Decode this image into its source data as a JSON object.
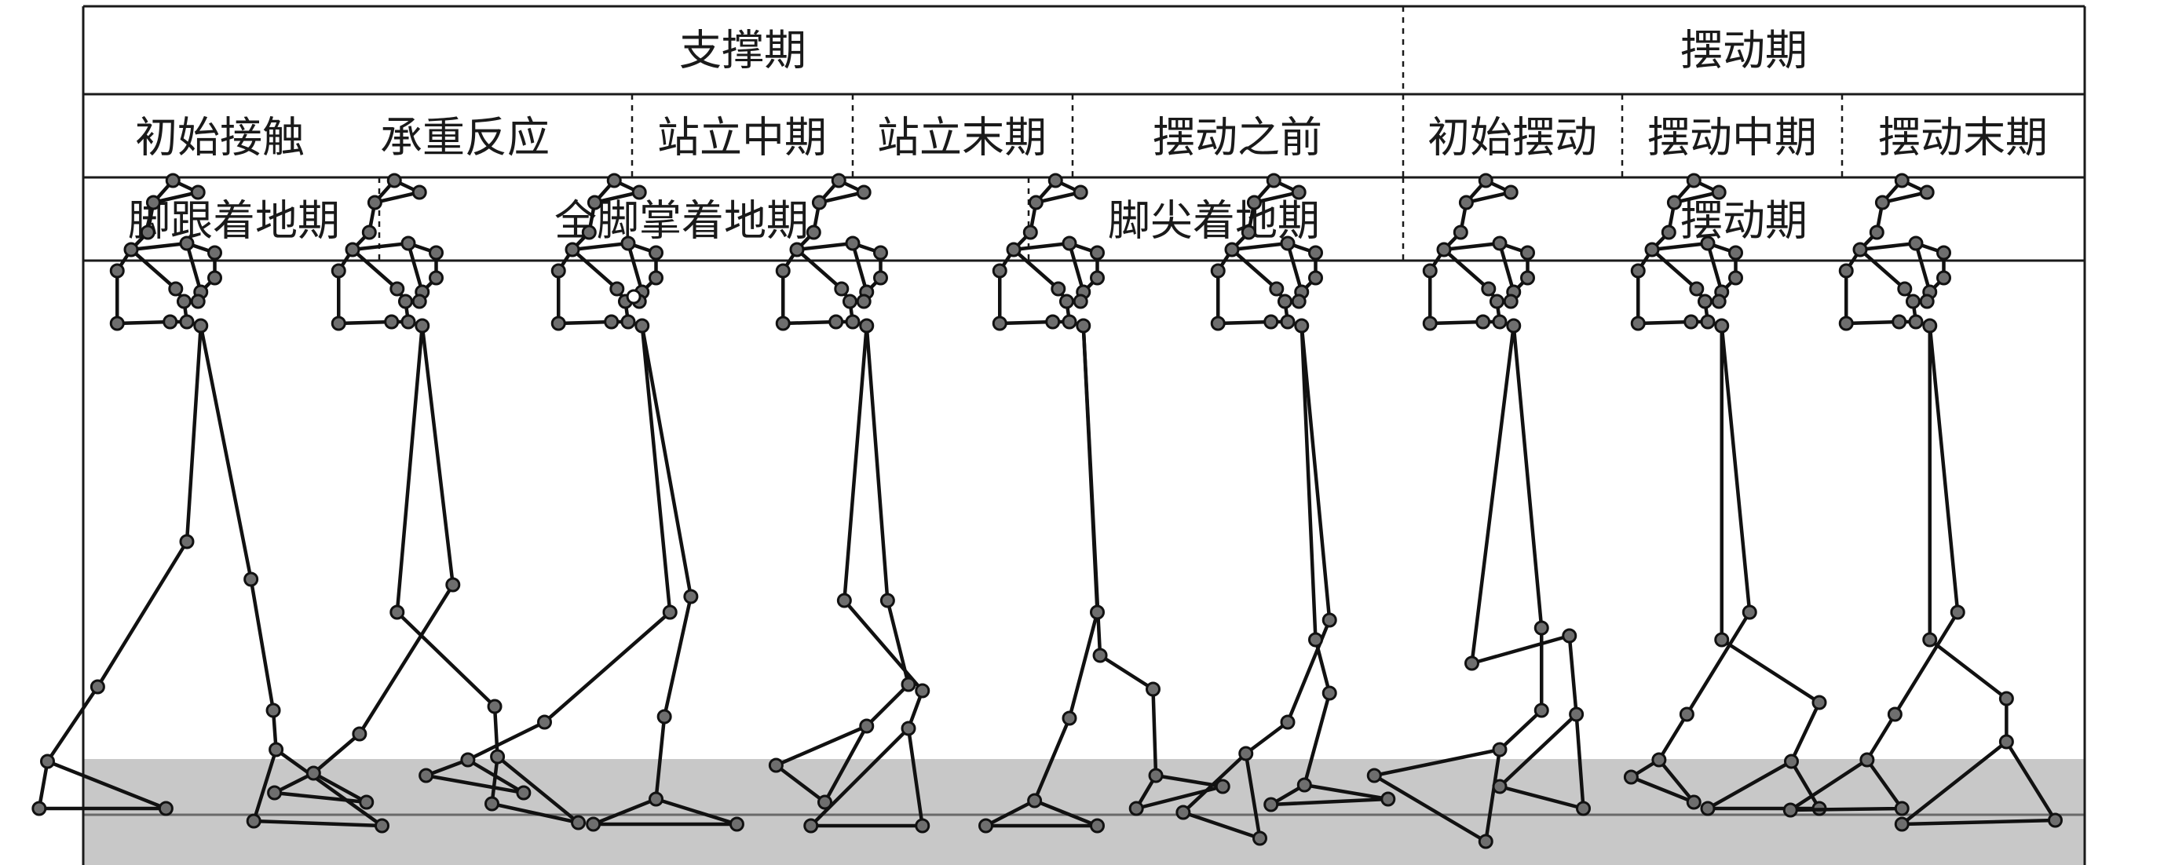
{
  "rows": {
    "phase": [
      {
        "label": "支撑期",
        "name": "phase-stance"
      },
      {
        "label": "摆动期",
        "name": "phase-swing"
      }
    ],
    "subphase": [
      {
        "label": "初始接触",
        "name": "subphase-initial-contact"
      },
      {
        "label": "承重反应",
        "name": "subphase-loading-response"
      },
      {
        "label": "站立中期",
        "name": "subphase-mid-stance"
      },
      {
        "label": "站立末期",
        "name": "subphase-terminal-stance"
      },
      {
        "label": "摆动之前",
        "name": "subphase-pre-swing"
      },
      {
        "label": "初始摆动",
        "name": "subphase-initial-swing"
      },
      {
        "label": "摆动中期",
        "name": "subphase-mid-swing"
      },
      {
        "label": "摆动末期",
        "name": "subphase-terminal-swing"
      }
    ],
    "contact": [
      {
        "label": "脚跟着地期",
        "name": "contact-heel-strike"
      },
      {
        "label": "全脚掌着地期",
        "name": "contact-foot-flat"
      },
      {
        "label": "脚尖着地期",
        "name": "contact-toe-off"
      },
      {
        "label": "摆动期",
        "name": "contact-swing"
      }
    ]
  },
  "figures": {
    "count": 9,
    "colors": {
      "line": "#111111",
      "joint": "#6e6e6e",
      "ground": "#c8c8c8"
    }
  }
}
